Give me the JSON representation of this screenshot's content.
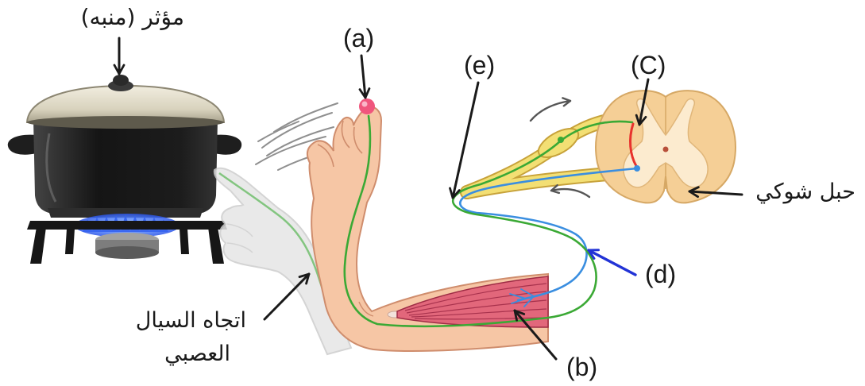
{
  "stimulus": {
    "label": "مؤثر (منبه)"
  },
  "labels": {
    "a": "(a)",
    "b": "(b)",
    "c": "(C)",
    "d": "(d)",
    "e": "(e)",
    "spinal_cord": "حبل شوكي",
    "impulse_direction": [
      "اتجاه السيال",
      "العصبي"
    ]
  },
  "colors": {
    "sensory_nerve": "#3ba935",
    "motor_nerve": "#3a8ee0",
    "interneuron": "#e8322d",
    "stimulus_point": "#f0567d",
    "skin": "#f6c6a5",
    "muscle": "#e2677b",
    "spinal_cord": "#f5cf96",
    "nerve_root": "#f3df74",
    "arrow_d": "#2233d6"
  }
}
